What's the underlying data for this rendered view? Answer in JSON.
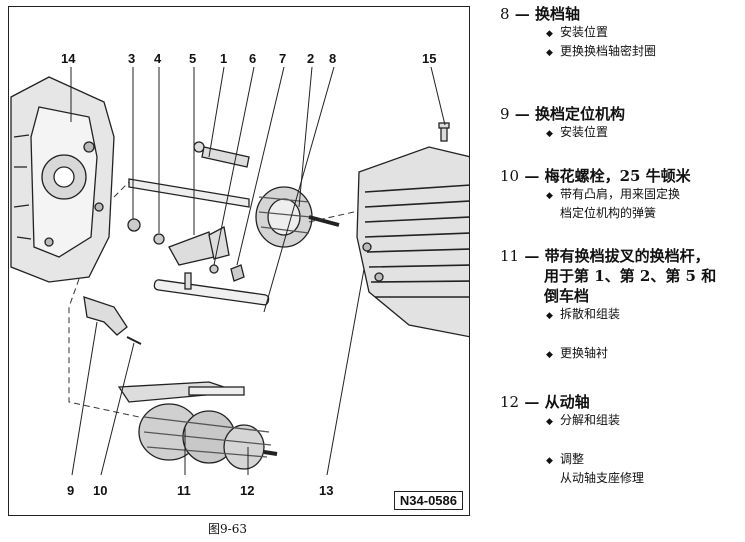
{
  "figure": {
    "callouts": [
      "14",
      "3",
      "4",
      "5",
      "1",
      "6",
      "7",
      "2",
      "8",
      "15",
      "9",
      "10",
      "11",
      "12",
      "13"
    ],
    "code": "N34-0586",
    "caption": "图9-63"
  },
  "legend": [
    {
      "num": "8",
      "sep": "—",
      "title": "换档轴",
      "cont": [],
      "subs": [
        {
          "t": "安装位置"
        },
        {
          "t": "更换换档轴密封圈"
        }
      ]
    },
    {
      "num": "9",
      "sep": "—",
      "title": "换档定位机构",
      "cont": [],
      "subs": [
        {
          "t": "安装位置"
        }
      ]
    },
    {
      "num": "10",
      "sep": "—",
      "title": "梅花螺栓，25 牛顿米",
      "cont": [],
      "subs": [
        {
          "t": "带有凸肩，用来固定换",
          "cont": "档定位机构的弹簧"
        }
      ]
    },
    {
      "num": "11",
      "sep": "—",
      "title": "带有换档拔叉的换档杆，",
      "cont": [
        "用于第 1、第 2、第 5 和",
        "倒车档"
      ],
      "subs": [
        {
          "t": "拆散和组装"
        },
        {
          "t": "更换轴衬"
        }
      ]
    },
    {
      "num": "12",
      "sep": "—",
      "title": "从动轴",
      "cont": [],
      "subs": [
        {
          "t": "分解和组装"
        },
        {
          "t": "调整",
          "cont": "从动轴支座修理"
        }
      ]
    }
  ]
}
